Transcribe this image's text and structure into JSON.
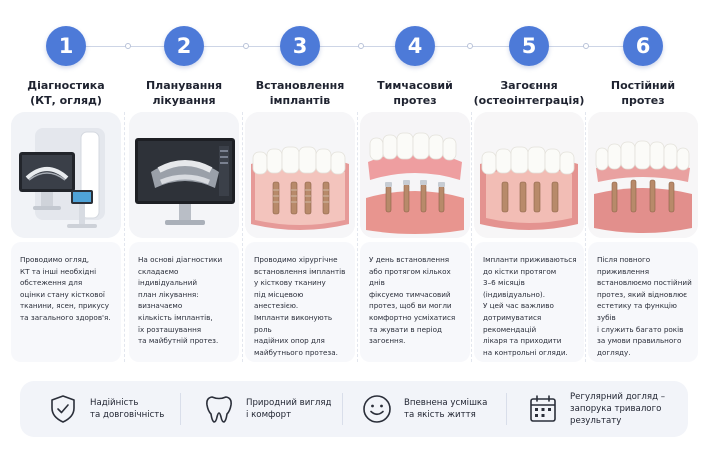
{
  "steps": [
    {
      "number": "1",
      "title": "Діагностика\n(КТ, огляд)",
      "text": "Проводимо огляд,\nКТ та інші необхідні\nобстеження для\nоцінки стану кісткової\nтканини, ясен, прикусу\nта загального здоров'я."
    },
    {
      "number": "2",
      "title": "Планування\nлікування",
      "text": "На основі діагностики\nскладаємо індивідуальний\nплан лікування: визначаємо\nкількість імплантів,\nїх розташування\nта майбутній протез."
    },
    {
      "number": "3",
      "title": "Встановлення\nімплантів",
      "text": "Проводимо хірургічне\nвстановлення імплантів\nу кісткову тканину\nпід місцевою анестезією.\nІмпланти виконують роль\nнадійних опор для\nмайбутнього протеза."
    },
    {
      "number": "4",
      "title": "Тимчасовий\nпротез",
      "text": "У день встановлення\nабо протягом кількох днів\nфіксуємо тимчасовий\nпротез, щоб ви могли\nкомфортно усміхатися\nта жувати в період\nзагоєння."
    },
    {
      "number": "5",
      "title": "Загоєння\n(остеоінтеграція)",
      "text": "Імпланти приживаються\nдо кістки протягом\n3–6 місяців (індивідуально).\nУ цей час важливо\nдотримуватися рекомендацій\nлікаря та приходити\nна контрольні огляди."
    },
    {
      "number": "6",
      "title": "Постійний\nпротез",
      "text": "Після повного приживлення\nвстановлюємо постійний\nпротез, який відновлює\nестетику та функцію зубів\nі служить багато років\nза умови правильного\nдогляду."
    }
  ],
  "benefits": [
    {
      "icon": "shield-check-icon",
      "text": "Надійність\nта довговічність"
    },
    {
      "icon": "tooth-icon",
      "text": "Природний вигляд\nі комфорт"
    },
    {
      "icon": "smile-icon",
      "text": "Впевнена усмішка\nта якість життя"
    },
    {
      "icon": "calendar-icon",
      "text": "Регулярний догляд –\nзапорука тривалого\nрезультату"
    }
  ],
  "colors": {
    "accent": "#4d7ad8",
    "gum": "#e58f8f",
    "implant": "#b88a6a",
    "tooth": "#fbfbf8"
  }
}
